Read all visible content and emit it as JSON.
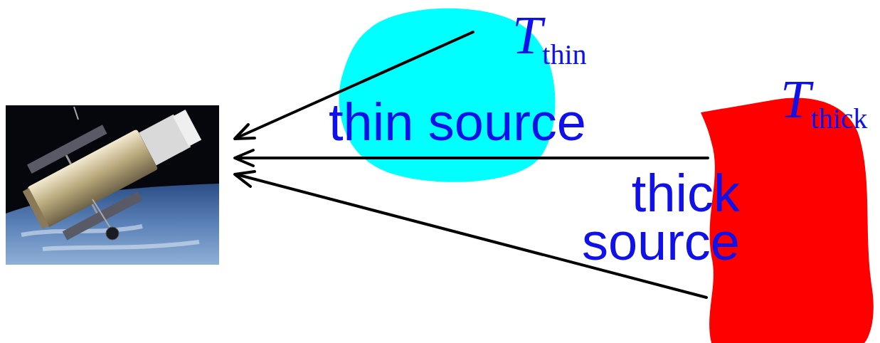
{
  "diagram": {
    "nodes": [
      {
        "text": [
          "T",
          "thin",
          "thin source"
        ]
      },
      {
        "text": [
          "T",
          "thick",
          "thick source"
        ]
      }
    ]
  }
}
